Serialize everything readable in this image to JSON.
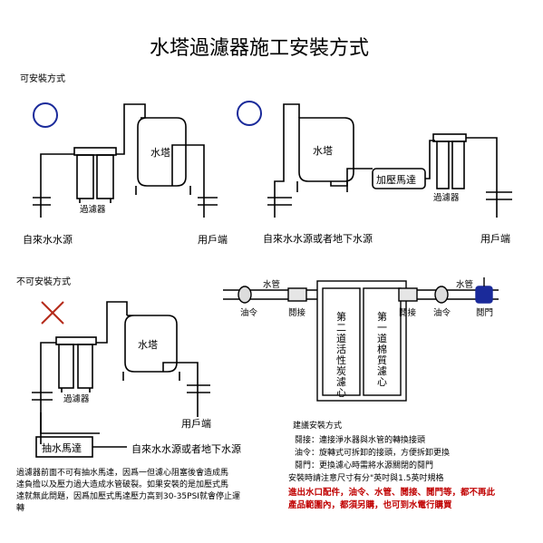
{
  "title": "水塔過濾器施工安裝方式",
  "sections": {
    "allowed": "可安裝方式",
    "not_allowed": "不可安裝方式"
  },
  "labels": {
    "tower": "水塔",
    "filter": "過濾器",
    "user_end": "用戶端",
    "tap_water": "自來水水源",
    "tap_or_ground": "自來水水源或者地下水源",
    "booster_pump": "加壓馬達",
    "suction_pump": "抽水馬達"
  },
  "pipe_diagram": {
    "water_pipe": "水管",
    "union": "油令",
    "fitting": "鬩接",
    "valve": "鬩門",
    "stage2": [
      "第",
      "二",
      "道",
      "活",
      "性",
      "炭",
      "濾",
      "心"
    ],
    "stage1": [
      "第",
      "一",
      "道",
      "棉",
      "質",
      "濾",
      "心"
    ]
  },
  "notes": {
    "header": "建議安裝方式",
    "lines": [
      "鬩接：連接淨水器與水管的轉換接頭",
      "油令：旋轉式可拆卸的接頭，方便拆卸更換",
      "鬩門：更換濾心時需將水源關閉的鬩門",
      "安裝時請注意尺寸有分\"英吋與1.5英吋規格"
    ],
    "red": [
      "進出水口配件，油令、水管、鬩接、鬩門等，都不再此",
      "產品範圍內，都須另購，也可到水電行購買"
    ]
  },
  "warning": [
    "過濾器前面不可有抽水馬達，因爲一但濾心阻塞後會造成馬",
    "達負擔以及壓力過大造成水管破裂。如果安裝的是加壓式馬",
    "達就無此問題，因爲加壓式馬達壓力高到30-35PSI就會停止運",
    "轉"
  ],
  "colors": {
    "sun": "#1a2a9a",
    "cross": "#b52a1a",
    "red_text": "#c00000"
  }
}
